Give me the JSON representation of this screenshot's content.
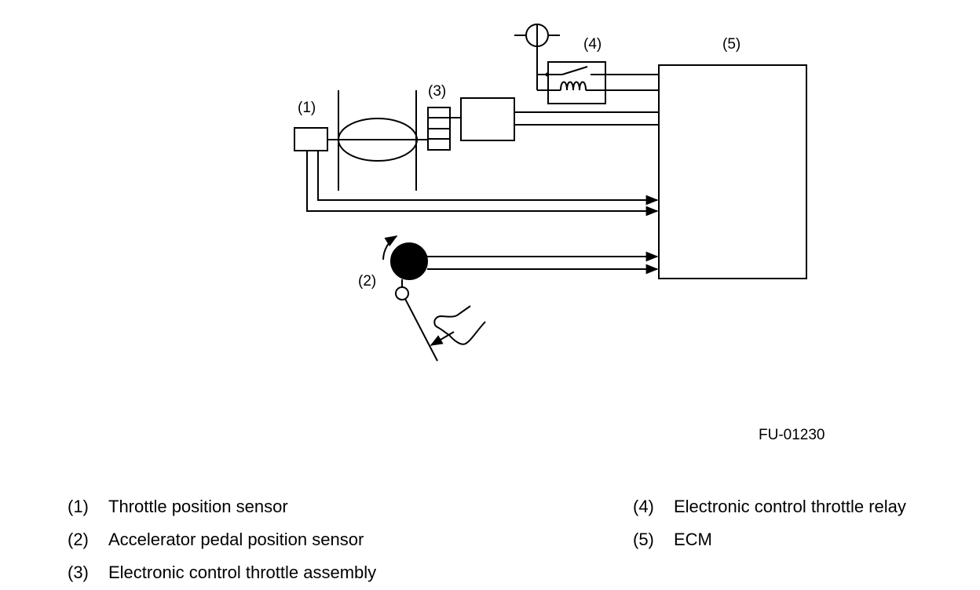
{
  "diagram": {
    "callouts": {
      "c1": "(1)",
      "c2": "(2)",
      "c3": "(3)",
      "c4": "(4)",
      "c5": "(5)"
    },
    "figure_code": "FU-01230"
  },
  "legend": {
    "left": [
      {
        "num": "(1)",
        "text": "Throttle position sensor"
      },
      {
        "num": "(2)",
        "text": "Accelerator pedal position sensor"
      },
      {
        "num": "(3)",
        "text": "Electronic control throttle assembly"
      }
    ],
    "right": [
      {
        "num": "(4)",
        "text": "Electronic control throttle relay"
      },
      {
        "num": "(5)",
        "text": "ECM"
      }
    ]
  }
}
